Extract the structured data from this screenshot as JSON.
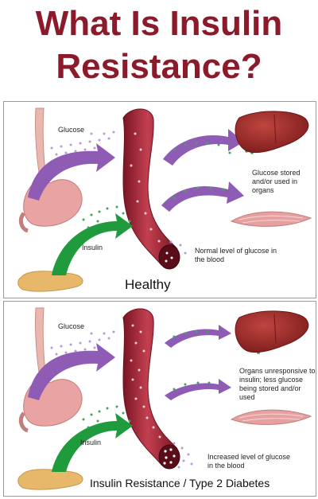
{
  "title": {
    "line1": "What Is Insulin",
    "line2": "Resistance?"
  },
  "healthy": {
    "glucose_label": "Glucose",
    "insulin_label": "Insulin",
    "organs_label": "Glucose stored and/or used in organs",
    "blood_label": "Normal level of glucose in the blood",
    "caption": "Healthy"
  },
  "resistant": {
    "glucose_label": "Glucose",
    "insulin_label": "Insulin",
    "organs_label": "Organs unresponsive to insulin; less glucose being stored and/or used",
    "blood_label": "Increased level of glucose in the blood",
    "caption": "Insulin Resistance / Type 2 Diabetes"
  },
  "colors": {
    "title": "#8b1a2b",
    "vessel": "#a8283a",
    "liver": "#9e2b2a",
    "glucose_arrow": "#8e5bb5",
    "insulin_arrow": "#1f9a3c",
    "stomach": "#e9a3a3",
    "muscle": "#e7a0a0",
    "pancreas": "#e8b86a"
  }
}
